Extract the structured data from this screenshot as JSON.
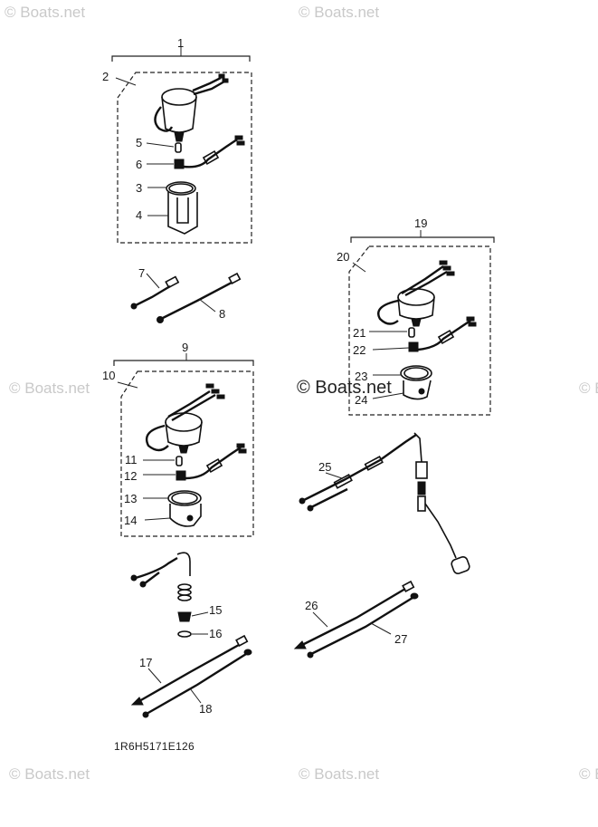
{
  "watermark": {
    "text": "© Boats.net"
  },
  "diagram_code": "1R6H5171E126",
  "callouts": {
    "c1": "1",
    "c2": "2",
    "c3": "3",
    "c4": "4",
    "c5": "5",
    "c6": "6",
    "c7": "7",
    "c8": "8",
    "c9": "9",
    "c10": "10",
    "c11": "11",
    "c12": "12",
    "c13": "13",
    "c14": "14",
    "c15": "15",
    "c16": "16",
    "c17": "17",
    "c18": "18",
    "c19": "19",
    "c20": "20",
    "c21": "21",
    "c22": "22",
    "c23": "23",
    "c24": "24",
    "c25": "25",
    "c26": "26",
    "c27": "27"
  }
}
